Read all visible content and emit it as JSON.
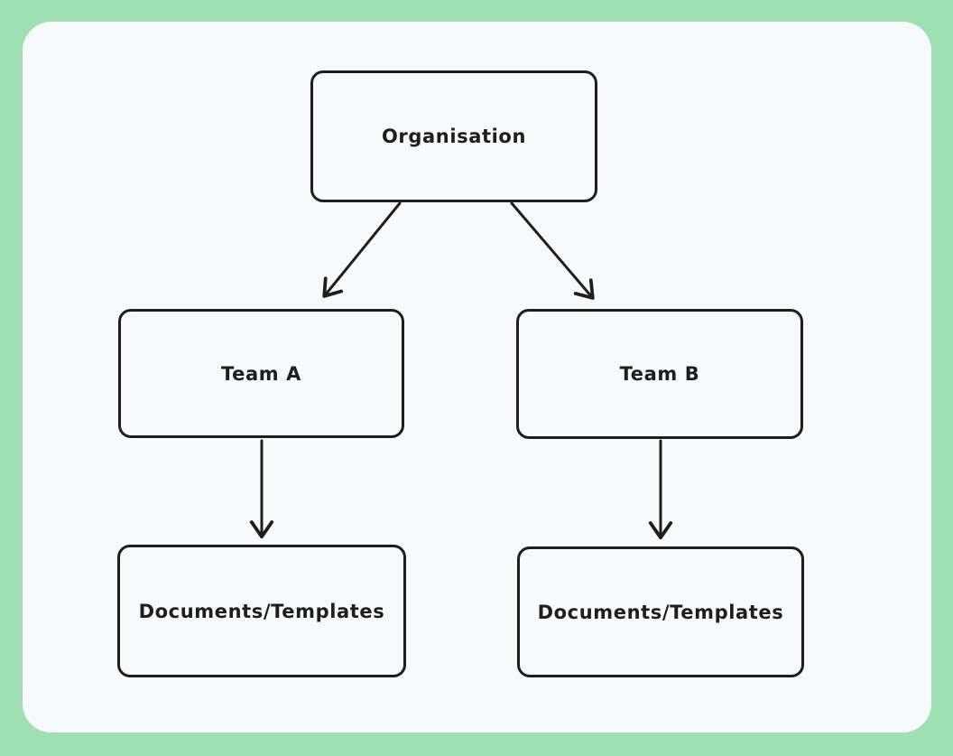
{
  "colors": {
    "background": "#9ee0b4",
    "canvas": "#f8f9fa",
    "stroke": "#1e1e1e",
    "text": "#1e1e1e"
  },
  "diagram": {
    "nodes": [
      {
        "id": "organisation",
        "label": "Organisation"
      },
      {
        "id": "team-a",
        "label": "Team A"
      },
      {
        "id": "team-b",
        "label": "Team B"
      },
      {
        "id": "docs-a",
        "label": "Documents/Templates"
      },
      {
        "id": "docs-b",
        "label": "Documents/Templates"
      }
    ],
    "edges": [
      {
        "from": "organisation",
        "to": "team-a"
      },
      {
        "from": "organisation",
        "to": "team-b"
      },
      {
        "from": "team-a",
        "to": "docs-a"
      },
      {
        "from": "team-b",
        "to": "docs-b"
      }
    ]
  }
}
